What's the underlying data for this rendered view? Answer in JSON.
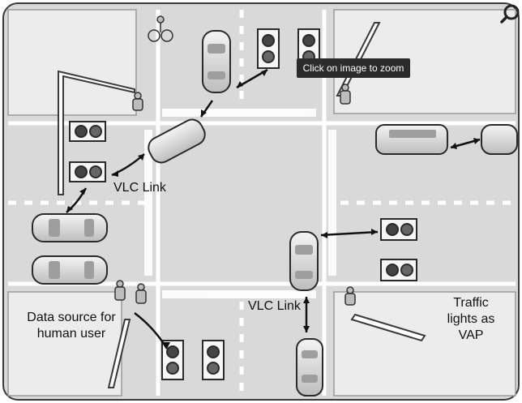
{
  "diagram": {
    "labels": {
      "vlc_link_left": "VLC Link",
      "vlc_link_right": "VLC Link",
      "data_source": "Data source for\nhuman user",
      "traffic_lights": "Traffic\nlights as\nVAP"
    }
  },
  "viewer": {
    "tooltip": "Click on image to zoom",
    "zoom_icon": "magnifier-icon"
  },
  "colors": {
    "road": "#d8d8d8",
    "block": "#ececec",
    "border": "#3a3a3a",
    "tooltip_bg": "#2b2b2b"
  }
}
